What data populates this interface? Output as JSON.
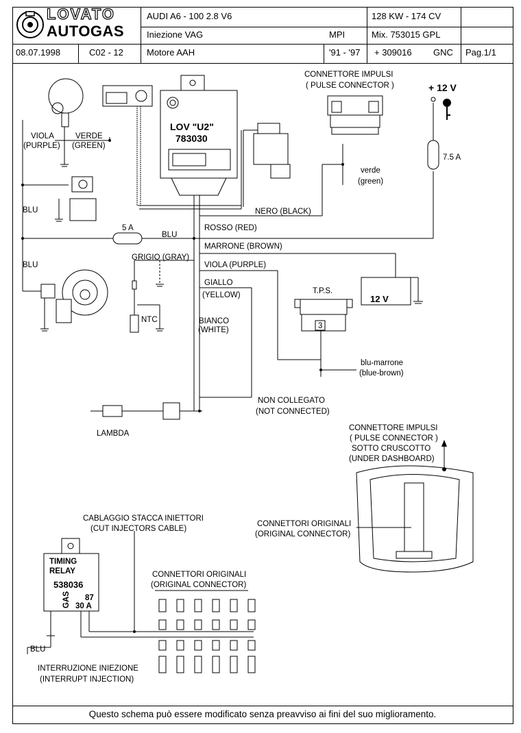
{
  "header": {
    "brand_top": "LOVATO",
    "brand_bottom": "AUTOGAS",
    "vehicle": "AUDI A6 - 100  2.8  V6",
    "power": "128 KW - 174 CV",
    "injection": "Iniezione   VAG",
    "injection_type": "MPI",
    "mixer": "Mix. 753015   GPL",
    "date": "08.07.1998",
    "code": "C02 - 12",
    "engine": "Motore  AAH",
    "years": "'91 - '97",
    "kit": "+ 309016",
    "fuel": "GNC",
    "page": "Pag.1/1"
  },
  "labels": {
    "viola": "VIOLA",
    "purple": "(PURPLE)",
    "verde": "VERDE",
    "green": "(GREEN)",
    "blu1": "BLU",
    "blu2": "BLU",
    "blu_center": "BLU",
    "blu_bottom": "BLU",
    "fuse_5a": "5 A",
    "ecu_name": "LOV \"U2\"",
    "ecu_code": "783030",
    "pulse_conn_it": "CONNETTORE IMPULSI",
    "pulse_conn_en": "( PULSE CONNECTOR )",
    "plus12v": "+ 12 V",
    "fuse_75a": "7.5 A",
    "verde_small": "verde",
    "green_small": "(green)",
    "nero": "NERO (BLACK)",
    "rosso": "ROSSO (RED)",
    "marrone": "MARRONE (BROWN)",
    "viola_purple": "VIOLA (PURPLE)",
    "giallo": "GIALLO",
    "yellow": "(YELLOW)",
    "grigio": "GRIGIO (GRAY)",
    "ntc": "NTC",
    "bianco": "BIANCO",
    "white": "(WHITE)",
    "tps": "T.P.S.",
    "tps_pin": "3",
    "battery": "12 V",
    "blu_marrone": "blu-marrone",
    "blue_brown": "(blue-brown)",
    "non_collegato": "NON COLLEGATO",
    "not_connected": "(NOT CONNECTED)",
    "lambda": "LAMBDA",
    "pulse2_it": "CONNETTORE IMPULSI",
    "pulse2_en": "( PULSE CONNECTOR )",
    "sotto": "SOTTO CRUSCOTTO",
    "under": "(UNDER DASHBOARD)",
    "orig_it": "CONNETTORI ORIGINALI",
    "orig_en": "(ORIGINAL CONNECTOR)",
    "cut_it": "CABLAGGIO STACCA INIETTORI",
    "cut_en": "(CUT INJECTORS CABLE)",
    "timing": "TIMING",
    "relay": "RELAY",
    "relay_code": "538036",
    "gas": "GAS",
    "pin87": "87",
    "pin30a": "30 A",
    "orig2_it": "CONNETTORI ORIGINALI",
    "orig2_en": "(ORIGINAL CONNECTOR)",
    "interr_it": "INTERRUZIONE INIEZIONE",
    "interr_en": "(INTERRUPT INJECTION)"
  },
  "footer": {
    "note": "Questo schema può essere modificato senza preavviso ai fini del suo miglioramento."
  }
}
